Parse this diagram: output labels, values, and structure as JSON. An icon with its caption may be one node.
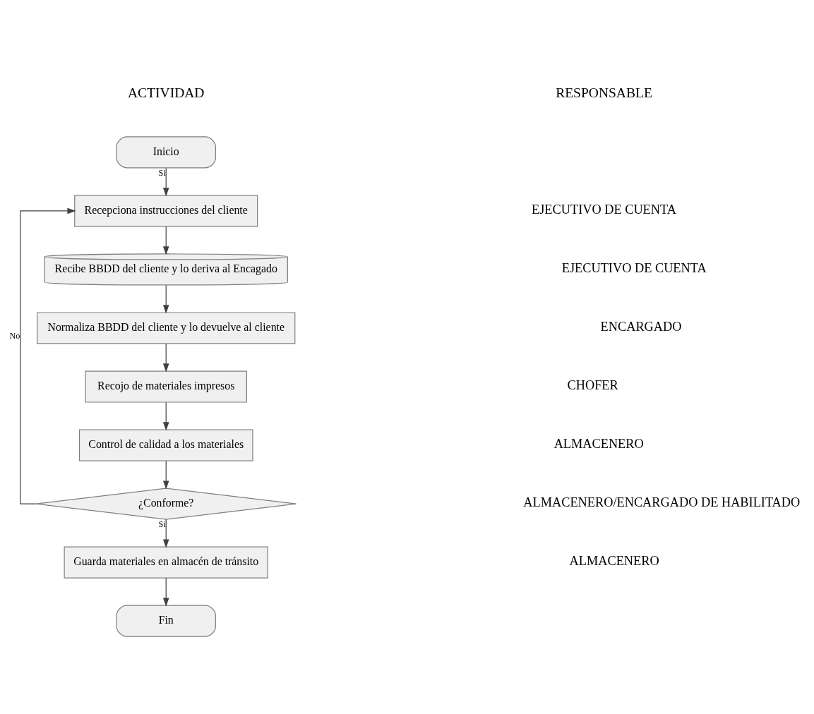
{
  "diagram": {
    "nodes": [
      {
        "text": [
          "Inicio"
        ]
      },
      {
        "text": [
          "Recepciona instrucciones del cliente"
        ]
      },
      {
        "text": [
          "Recibe BBDD del cliente y lo deriva al Encagado"
        ]
      },
      {
        "text": [
          "Normaliza BBDD del cliente y lo devuelve al cliente"
        ]
      },
      {
        "text": [
          "Recojo de materiales impresos"
        ]
      },
      {
        "text": [
          "Control de calidad a los materiales"
        ]
      },
      {
        "text": [
          "¿Conforme?"
        ]
      },
      {
        "text": [
          "Guarda materiales en almacén de tránsito"
        ]
      },
      {
        "text": [
          "Fin"
        ]
      }
    ],
    "edges": [
      {
        "from": 0,
        "to": 1,
        "arrow": "to",
        "label": "Si"
      },
      {
        "from": 1,
        "to": 2,
        "arrow": "to"
      },
      {
        "from": 2,
        "to": 3,
        "arrow": "to"
      },
      {
        "from": 3,
        "to": 4,
        "arrow": "to"
      },
      {
        "from": 4,
        "to": 5,
        "arrow": "to"
      },
      {
        "from": 5,
        "to": 6,
        "arrow": "to"
      },
      {
        "from": 6,
        "to": 1,
        "arrow": "to",
        "label": "No"
      },
      {
        "from": 6,
        "to": 7,
        "arrow": "to",
        "label": "Si"
      },
      {
        "from": 7,
        "to": 8,
        "arrow": "to"
      }
    ],
    "labels": [
      "ACTIVIDAD",
      "RESPONSABLE",
      "EJECUTIVO DE CUENTA",
      "EJECUTIVO DE CUENTA",
      "ENCARGADO",
      "CHOFER",
      "ALMACENERO",
      "ALMACENERO/ENCARGADO DE HABILITADO",
      "ALMACENERO"
    ]
  }
}
